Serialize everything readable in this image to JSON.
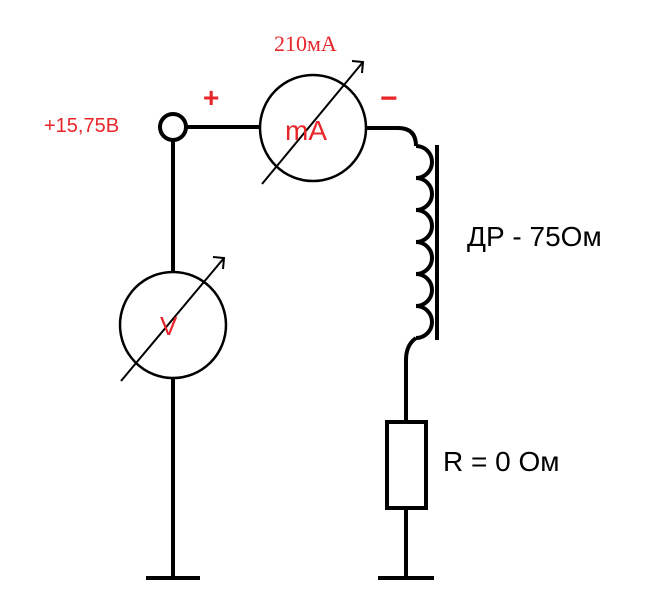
{
  "labels": {
    "supply_voltage": "+15,75В",
    "plus_sign": "+",
    "minus_sign": "−",
    "ammeter_reading": "210мА",
    "ammeter_symbol": "mA",
    "voltmeter_symbol": "V",
    "choke": "ДР - 75Ом",
    "resistor": "R = 0 Ом"
  },
  "colors": {
    "accent_red": "#e8262a",
    "line": "#000000"
  }
}
